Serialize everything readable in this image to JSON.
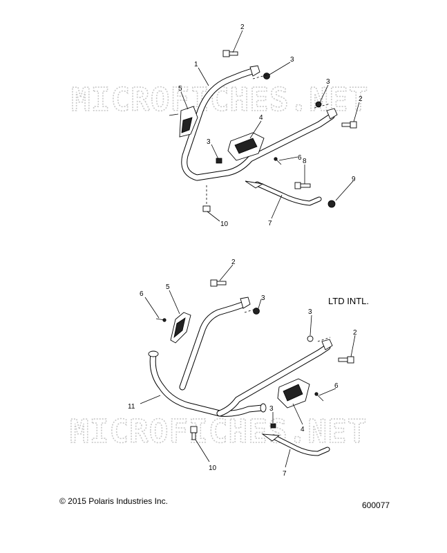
{
  "watermark": "MICROFICHES.NET",
  "variant_label": "LTD INTL.",
  "copyright": "© 2015 Polaris Industries Inc.",
  "part_number": "600077",
  "top_callouts": [
    "2",
    "1",
    "3",
    "5",
    "3",
    "2",
    "4",
    "3",
    "6",
    "8",
    "9",
    "10",
    "7"
  ],
  "bottom_callouts": [
    "2",
    "5",
    "3",
    "6",
    "3",
    "2",
    "11",
    "6",
    "3",
    "4",
    "10",
    "7"
  ]
}
